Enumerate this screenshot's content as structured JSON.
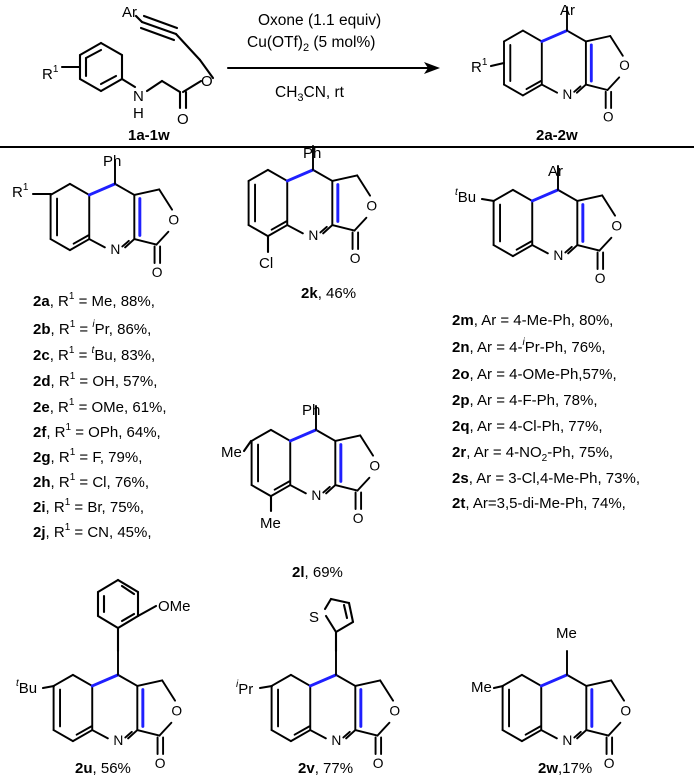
{
  "reaction": {
    "reagent_1": "Oxone (1.1 equiv)",
    "reagent_2": "Cu(OTf)",
    "reagent_2_sub": "2",
    "reagent_2_tail": " (5 mol%)",
    "solvent": "CH",
    "solvent_sub": "3",
    "solvent_tail": "CN, rt",
    "substrate_label": "1a-1w",
    "product_label": "2a-2w"
  },
  "atoms": {
    "Ar": "Ar",
    "R": "R",
    "one": "1",
    "N": "N",
    "H": "H",
    "O": "O",
    "Ph": "Ph",
    "Cl": "Cl",
    "Me": "Me",
    "t": "t",
    "i": "i",
    "Bu": "Bu",
    "Pr": "Pr",
    "OMe": "OMe",
    "S": "S"
  },
  "compounds": {
    "a_series": [
      {
        "id": "2a",
        "sup": "",
        "rest": ", R",
        "rsup": "1",
        "tail": " = Me, 88%,"
      },
      {
        "id": "2b",
        "sup": "i",
        "pre": ", R",
        "rsup": "1",
        "mid": " = ",
        "tail": "Pr, 86%,"
      },
      {
        "id": "2c",
        "sup": "t",
        "pre": ", R",
        "rsup": "1",
        "mid": " = ",
        "tail": "Bu, 83%,"
      },
      {
        "id": "2d",
        "rest": ", R",
        "rsup": "1",
        "tail": " = OH, 57%,"
      },
      {
        "id": "2e",
        "rest": ", R",
        "rsup": "1",
        "tail": " = OMe, 61%,"
      },
      {
        "id": "2f",
        "rest": ",  R",
        "rsup": "1",
        "tail": " = OPh, 64%,"
      },
      {
        "id": "2g",
        "rest": ", R",
        "rsup": "1",
        "tail": " = F, 79%,"
      },
      {
        "id": "2h",
        "rest": ", R",
        "rsup": "1",
        "tail": " = Cl, 76%,"
      },
      {
        "id": "2i",
        "rest": ",  R",
        "rsup": "1",
        "tail": " = Br, 75%,"
      },
      {
        "id": "2j",
        "rest": ",  R",
        "rsup": "1",
        "tail": " = CN, 45%,"
      }
    ],
    "k": {
      "id": "2k",
      "tail": ", 46%"
    },
    "l": {
      "id": "2l",
      "tail": ", 69%"
    },
    "m_series": [
      {
        "id": "2m",
        "text": ", Ar = 4-Me-Ph, 80%,"
      },
      {
        "id": "2n",
        "pre": ", Ar  = 4-",
        "sup": "i",
        "tail": "Pr-Ph, 76%,"
      },
      {
        "id": "2o",
        "text": ", Ar  = 4-OMe-Ph,57%,"
      },
      {
        "id": "2p",
        "text": ", Ar  = 4-F-Ph, 78%,"
      },
      {
        "id": "2q",
        "text": ", Ar  = 4-Cl-Ph, 77%,"
      },
      {
        "id": "2r",
        "pre": ", Ar = 4-NO",
        "sub": "2",
        "tail": "-Ph, 75%,"
      },
      {
        "id": "2s",
        "text": ", Ar = 3-Cl,4-Me-Ph, 73%,"
      },
      {
        "id": "2t",
        "text": ", Ar=3,5-di-Me-Ph, 74%,"
      }
    ],
    "u": {
      "id": "2u",
      "tail": ", 56%"
    },
    "v": {
      "id": "2v",
      "tail": ", 77%"
    },
    "w": {
      "id": "2w",
      "tail": ",17%"
    }
  },
  "colors": {
    "highlight_bond": "#1f20ff",
    "ink": "#000000"
  }
}
